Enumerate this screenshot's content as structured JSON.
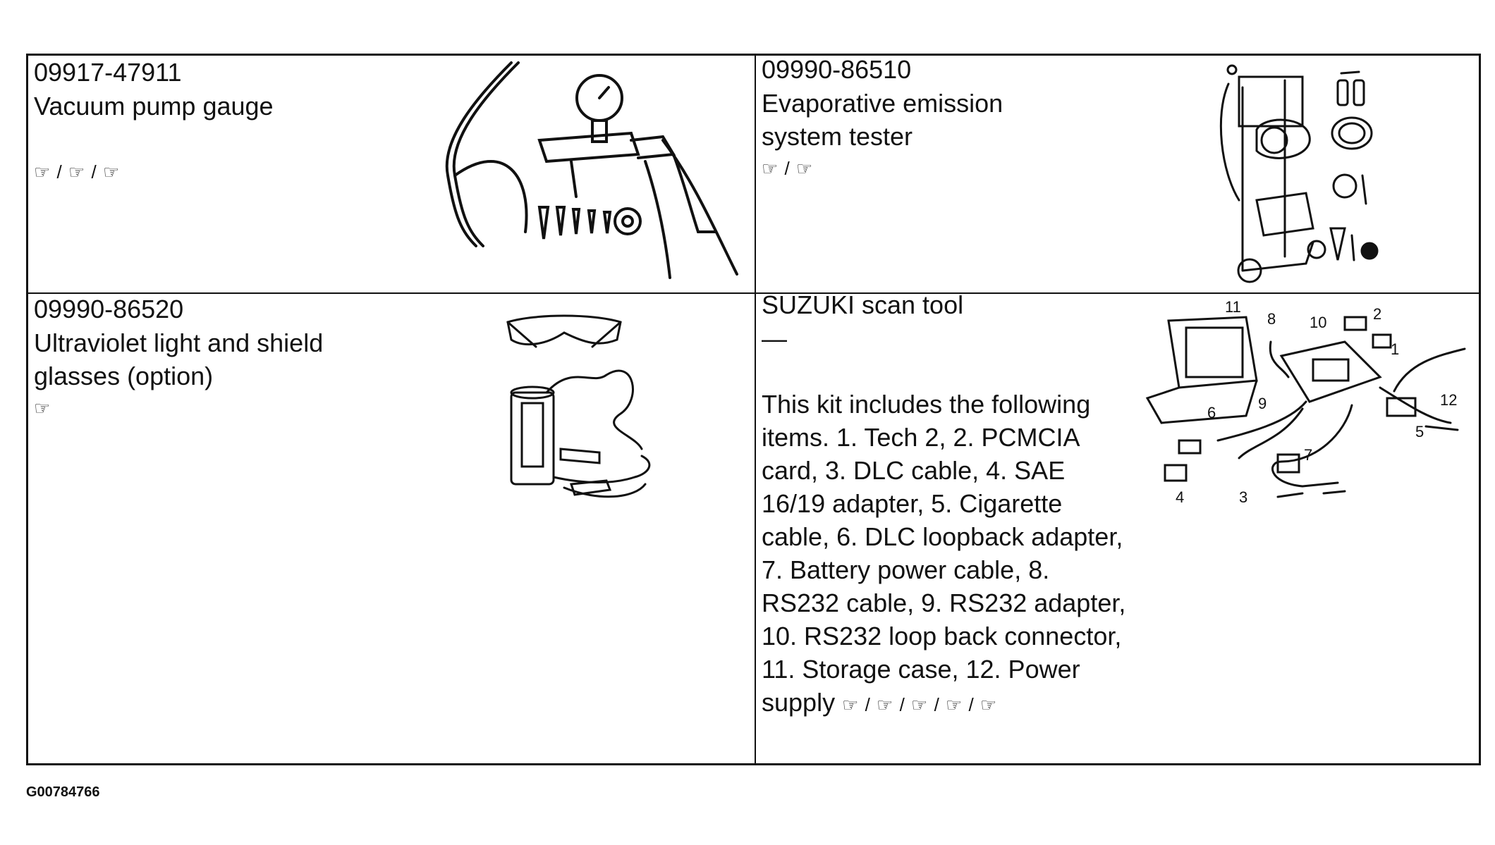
{
  "tools": [
    {
      "part_number": "09917-47911",
      "name_lines": [
        "Vacuum pump gauge"
      ],
      "refs": "☞ / ☞ / ☞",
      "figure": "vacuum-pump-gauge-figure"
    },
    {
      "part_number": "09990-86510",
      "name_lines": [
        "Evaporative emission",
        "system tester"
      ],
      "refs": "☞ / ☞",
      "figure": "evap-emission-tester-figure"
    },
    {
      "part_number": "09990-86520",
      "name_lines": [
        "Ultraviolet light and shield",
        "glasses (option)"
      ],
      "refs": "☞",
      "figure": "uv-light-glasses-figure"
    },
    {
      "part_number": "SUZUKI scan tool",
      "name_lines": [
        "—"
      ],
      "description": "This kit includes the following items. 1. Tech 2, 2. PCMCIA card, 3. DLC cable, 4. SAE 16/19 adapter, 5. Cigarette cable, 6. DLC loopback adapter, 7. Battery power cable, 8. RS232 cable, 9. RS232 adapter, 10. RS232 loop back connector, 11. Storage case, 12. Power supply",
      "refs": "☞ / ☞ / ☞ / ☞ / ☞",
      "figure": "scan-tool-kit-figure",
      "callouts": [
        "11",
        "8",
        "10",
        "2",
        "1",
        "12",
        "6",
        "9",
        "5",
        "7",
        "4",
        "3"
      ]
    }
  ],
  "figure_id": "G00784766"
}
